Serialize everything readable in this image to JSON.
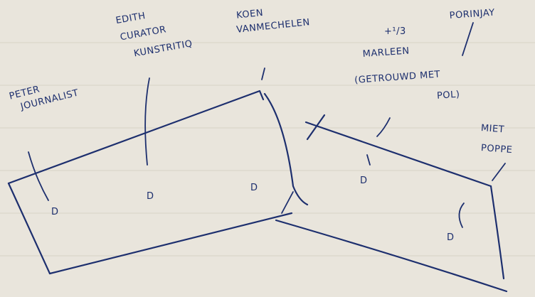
{
  "labels": {
    "peter": [
      "PETER",
      "JOURNALIST"
    ],
    "edith": [
      "EDITH",
      "CURATOR",
      "KUNSTRITIQ"
    ],
    "koen": [
      "KOEN",
      "VANMECHELEN"
    ],
    "marleen": [
      "MARLEEN",
      "(GETROUWD MET",
      "POL)"
    ],
    "fraction": "+¹/3",
    "porinjay": "PORINJAY",
    "miet": [
      "MIET",
      "POPPE"
    ]
  },
  "seat_glyph": "D",
  "colors": {
    "ink": "#1d2f6e",
    "paper": "#e9e5dc"
  }
}
